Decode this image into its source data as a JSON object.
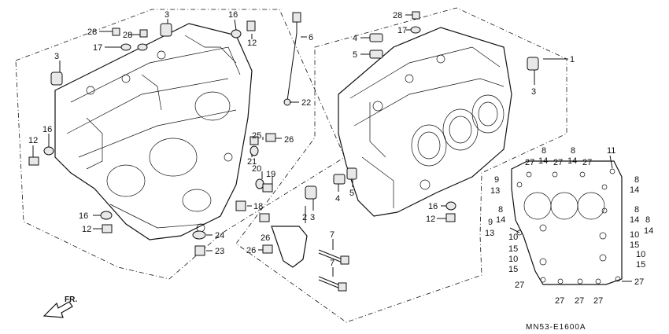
{
  "diagram": {
    "code": "MN53-E1600A",
    "direction_label": "FR.",
    "callouts": [
      {
        "id": "c-3a",
        "text": "3"
      },
      {
        "id": "c-16a",
        "text": "16"
      },
      {
        "id": "c-12a",
        "text": "12"
      },
      {
        "id": "c-28a",
        "text": "28"
      },
      {
        "id": "c-28b",
        "text": "28"
      },
      {
        "id": "c-17a",
        "text": "17"
      },
      {
        "id": "c-3b",
        "text": "3"
      },
      {
        "id": "c-16b",
        "text": "16"
      },
      {
        "id": "c-12b",
        "text": "12"
      },
      {
        "id": "c-6",
        "text": "6"
      },
      {
        "id": "c-22",
        "text": "22"
      },
      {
        "id": "c-25",
        "text": "25"
      },
      {
        "id": "c-26a",
        "text": "26"
      },
      {
        "id": "c-21",
        "text": "21"
      },
      {
        "id": "c-20",
        "text": "20"
      },
      {
        "id": "c-19",
        "text": "19"
      },
      {
        "id": "c-18",
        "text": "18"
      },
      {
        "id": "c-16c",
        "text": "16"
      },
      {
        "id": "c-12c",
        "text": "12"
      },
      {
        "id": "c-24",
        "text": "24"
      },
      {
        "id": "c-23",
        "text": "23"
      },
      {
        "id": "c-26b",
        "text": "26"
      },
      {
        "id": "c-26c",
        "text": "26"
      },
      {
        "id": "c-2",
        "text": "2"
      },
      {
        "id": "c-3c",
        "text": "3"
      },
      {
        "id": "c-7a",
        "text": "7"
      },
      {
        "id": "c-7b",
        "text": "7"
      },
      {
        "id": "c-4a",
        "text": "4"
      },
      {
        "id": "c-5a",
        "text": "5"
      },
      {
        "id": "c-28c",
        "text": "28"
      },
      {
        "id": "c-17b",
        "text": "17"
      },
      {
        "id": "c-4b",
        "text": "4"
      },
      {
        "id": "c-5b",
        "text": "5"
      },
      {
        "id": "c-1",
        "text": "1"
      },
      {
        "id": "c-3d",
        "text": "3"
      },
      {
        "id": "c-16d",
        "text": "16"
      },
      {
        "id": "c-12d",
        "text": "12"
      },
      {
        "id": "c-9a",
        "text": "9"
      },
      {
        "id": "c-13a",
        "text": "13"
      },
      {
        "id": "c-27a",
        "text": "27"
      },
      {
        "id": "c-8a",
        "text": "8"
      },
      {
        "id": "c-14a",
        "text": "14"
      },
      {
        "id": "c-27b",
        "text": "27"
      },
      {
        "id": "c-8b",
        "text": "8"
      },
      {
        "id": "c-14b",
        "text": "14"
      },
      {
        "id": "c-27c",
        "text": "27"
      },
      {
        "id": "c-11",
        "text": "11"
      },
      {
        "id": "c-8c",
        "text": "8"
      },
      {
        "id": "c-14c",
        "text": "14"
      },
      {
        "id": "c-8d",
        "text": "8"
      },
      {
        "id": "c-14d",
        "text": "14"
      },
      {
        "id": "c-8e",
        "text": "8"
      },
      {
        "id": "c-14e",
        "text": "14"
      },
      {
        "id": "c-8f",
        "text": "8"
      },
      {
        "id": "c-14f",
        "text": "14"
      },
      {
        "id": "c-9b",
        "text": "9"
      },
      {
        "id": "c-13b",
        "text": "13"
      },
      {
        "id": "c-10a",
        "text": "10"
      },
      {
        "id": "c-15a",
        "text": "15"
      },
      {
        "id": "c-10b",
        "text": "10"
      },
      {
        "id": "c-15b",
        "text": "15"
      },
      {
        "id": "c-10c",
        "text": "10"
      },
      {
        "id": "c-15c",
        "text": "15"
      },
      {
        "id": "c-27d",
        "text": "27"
      },
      {
        "id": "c-27e",
        "text": "27"
      },
      {
        "id": "c-27f",
        "text": "27"
      },
      {
        "id": "c-27g",
        "text": "27"
      },
      {
        "id": "c-27h",
        "text": "27"
      }
    ]
  }
}
